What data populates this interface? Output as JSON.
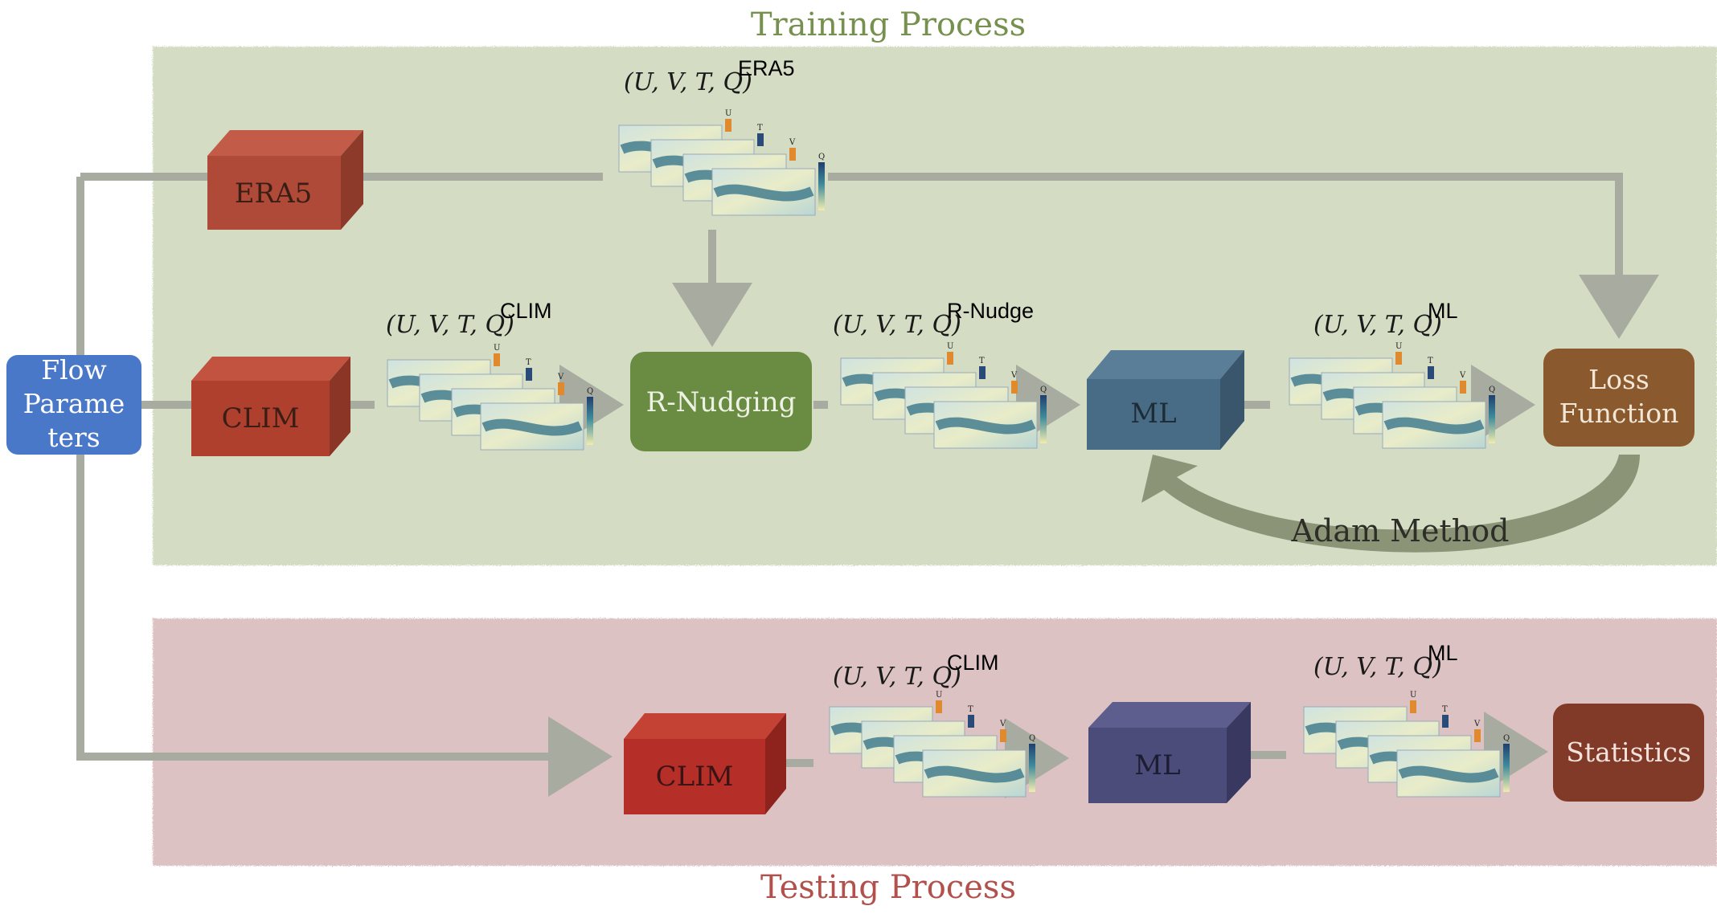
{
  "title": "Training Process",
  "bottom_title": "Testing Process",
  "colors": {
    "training_bg": "#d4dcc4",
    "testing_bg": "#dcc2c2",
    "title_green": "#76904e",
    "title_red": "#b2504c",
    "flow_box": "#4a78c8",
    "era5_box": "#b04a38",
    "clim_box": "#b0402e",
    "clim_test_box": "#b52e28",
    "rnudging_box": "#6a8c42",
    "ml_box": "#496c86",
    "ml_test_box": "#4c4c7a",
    "loss_box": "#8a5a2e",
    "stats_box": "#823a28",
    "connector": "#a8aca0",
    "adam_arrow": "#8c9478"
  },
  "nodes": {
    "flow_parameters": [
      "Flow",
      "Parame",
      "ters"
    ],
    "era5": "ERA5",
    "clim_train": "CLIM",
    "r_nudging": "R-Nudging",
    "ml_train": "ML",
    "loss_function": [
      "Loss",
      "Function"
    ],
    "adam_method": "Adam Method",
    "clim_test": "CLIM",
    "ml_test": "ML",
    "statistics": "Statistics"
  },
  "field_sets": {
    "variables": "(U, V, T, Q)",
    "colorbar_labels": [
      "U",
      "T",
      "V",
      "Q"
    ],
    "era5": "ERA5",
    "clim_train": "CLIM",
    "r_nudge": "R-Nudge",
    "ml_train": "ML",
    "clim_test": "CLIM",
    "ml_test": "ML"
  }
}
